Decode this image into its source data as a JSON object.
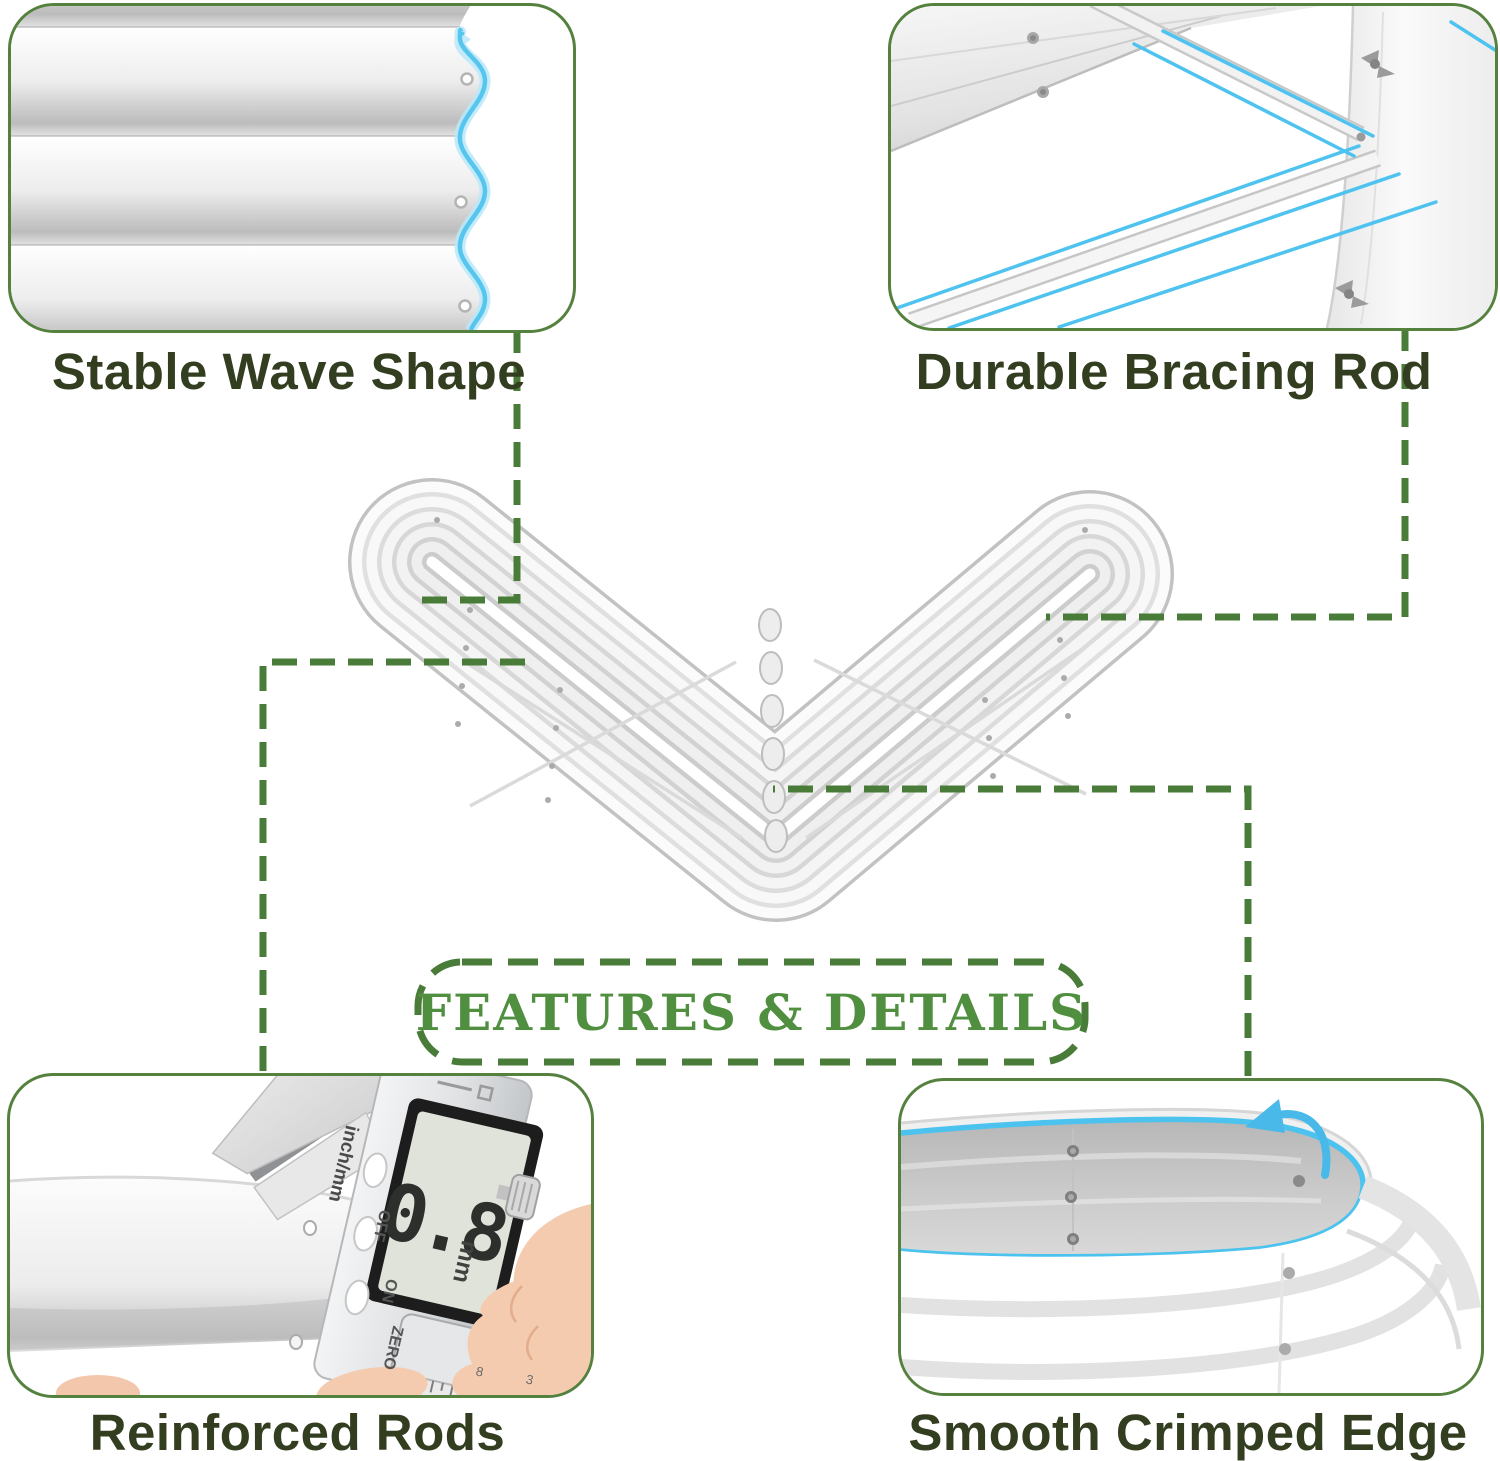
{
  "colors": {
    "border_green": "#55813f",
    "dash_green": "#4a7c39",
    "label_text_green": "#333e20",
    "features_green": "#4f8f3f",
    "accent_blue": "#52c3ee"
  },
  "callouts": {
    "top_left": {
      "label": "Stable Wave Shape"
    },
    "top_right": {
      "label": "Durable Bracing Rod"
    },
    "bottom_left": {
      "label": "Reinforced Rods"
    },
    "bottom_right": {
      "label": "Smooth Crimped Edge"
    }
  },
  "badge": {
    "label": "FEATURES & DETAILS"
  },
  "caliper": {
    "display_value": "0.8",
    "display_unit": "mm",
    "mode_label": "inch/mm",
    "buttons": [
      "OFF",
      "ON",
      "ZERO"
    ],
    "ruler_marks": [
      "8",
      "3"
    ]
  }
}
